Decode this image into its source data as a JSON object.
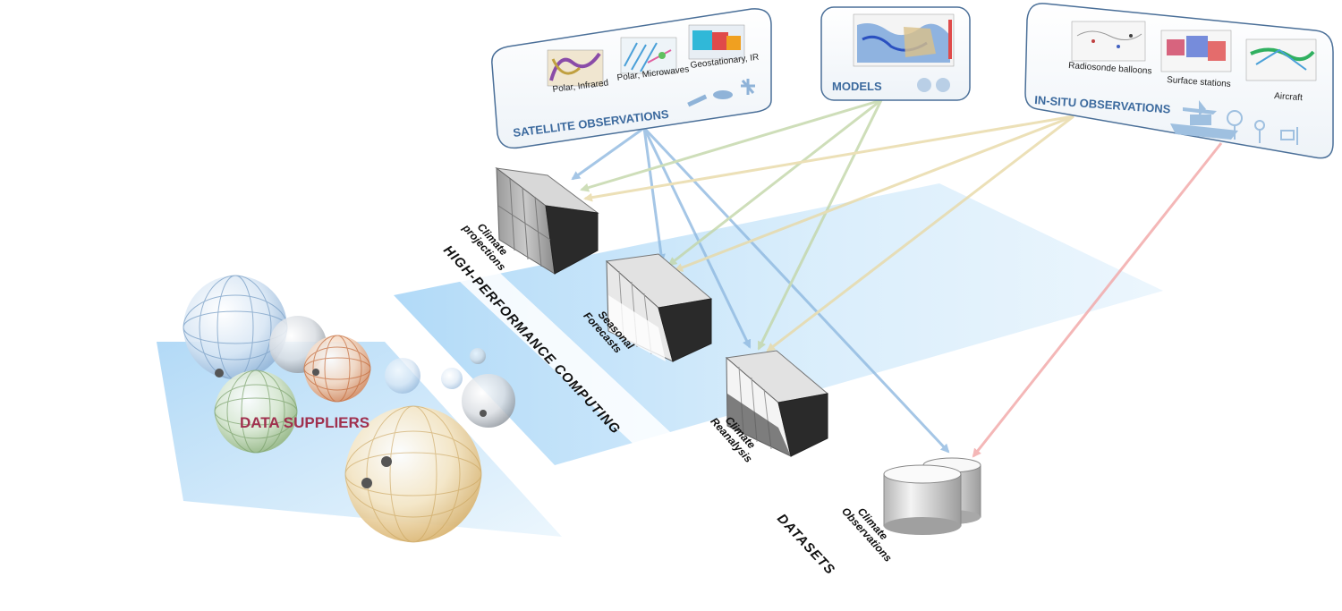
{
  "satellite": {
    "title": "SATELLITE  OBSERVATIONS",
    "thumbnails": [
      {
        "caption": "Polar, Infrared"
      },
      {
        "caption": "Polar, Microwaves"
      },
      {
        "caption": "Geostationary, IR"
      }
    ]
  },
  "models": {
    "title": "MODELS"
  },
  "insitu": {
    "title": "IN-SITU OBSERVATIONS",
    "thumbnails": [
      {
        "caption": "Radiosonde balloons"
      },
      {
        "caption": "Surface stations"
      },
      {
        "caption": "Aircraft"
      }
    ]
  },
  "hpc": {
    "band_label": "HIGH-PERFORMANCE COMPUTING",
    "servers": [
      {
        "line1": "Climate",
        "line2": "projections"
      },
      {
        "line1": "Seasonal",
        "line2": "Forecasts"
      },
      {
        "line1": "Climate",
        "line2": "Reanalysis"
      }
    ]
  },
  "datasets": {
    "band_label": "DATASETS",
    "store": {
      "line1": "Climate",
      "line2": "Observations"
    }
  },
  "suppliers": {
    "label": "DATA SUPPLIERS"
  },
  "colors": {
    "panel_title": "#3c6a9e",
    "suppliers_text": "#a0304e",
    "arrow_blue": "#8fb9e0",
    "arrow_green": "#c3d6a8",
    "arrow_yellow": "#e8d9a6",
    "arrow_red": "#f2a6a6",
    "band": "#bfe0f8"
  }
}
